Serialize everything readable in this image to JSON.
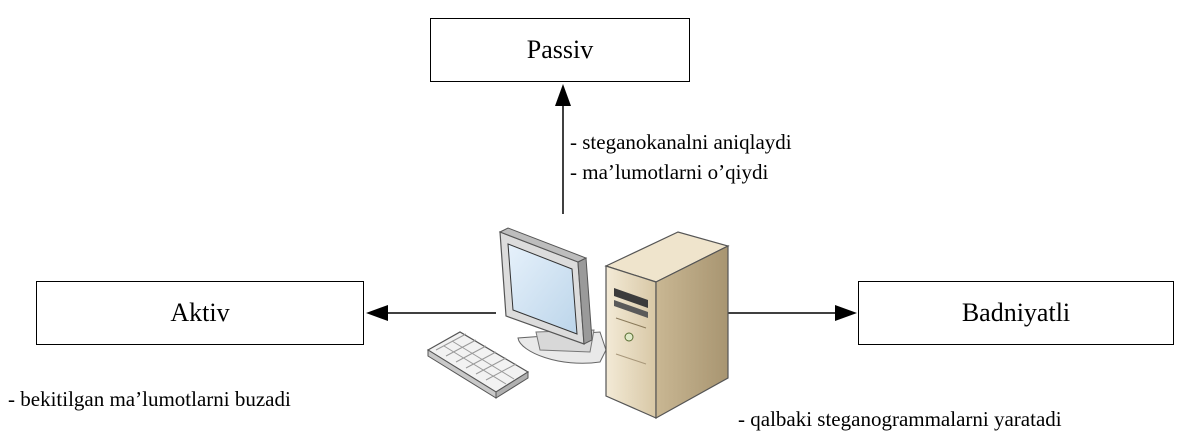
{
  "nodes": {
    "passiv": {
      "label": "Passiv",
      "notes": [
        "- steganokanalni aniqlaydi",
        "- ma’lumotlarni o’qiydi"
      ]
    },
    "aktiv": {
      "label": "Aktiv",
      "notes": [
        "- bekitilgan ma’lumotlarni buzadi"
      ]
    },
    "badniyatli": {
      "label": "Badniyatli",
      "notes": [
        "- qalbaki steganogrammalarni yaratadi"
      ]
    }
  },
  "center": {
    "icon": "computer-workstation-icon"
  },
  "edges": [
    {
      "from": "center",
      "to": "passiv"
    },
    {
      "from": "center",
      "to": "aktiv"
    },
    {
      "from": "center",
      "to": "badniyatli"
    }
  ]
}
